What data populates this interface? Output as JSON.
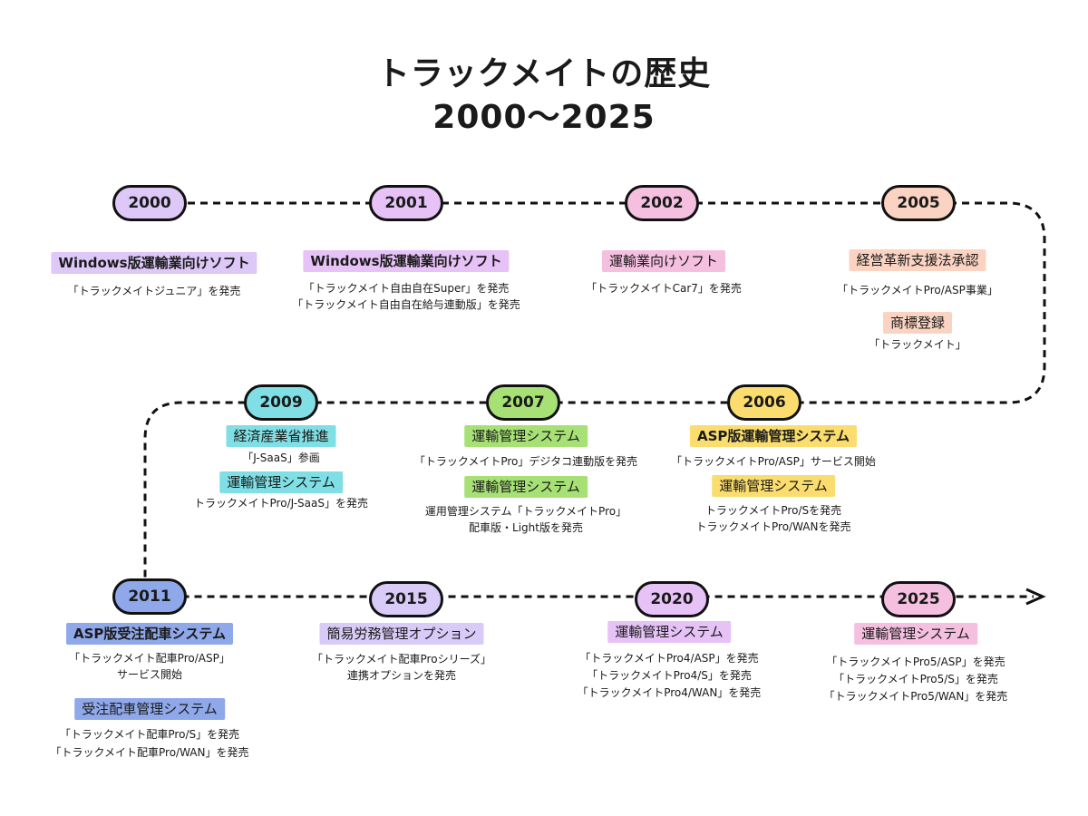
{
  "title_line1": "トラックメイトの歴史",
  "title_line2": "2000〜2025",
  "colors": {
    "purple": "#ddc8f7",
    "lilac": "#e6c2f7",
    "pink": "#f5bfe0",
    "peach": "#fbd3c2",
    "cyan": "#7fdfe4",
    "green": "#a7e176",
    "yellow": "#fadd6e",
    "blue": "#8fa8ea",
    "lavender": "#d8cbf7"
  },
  "nodes": {
    "y2000": {
      "year": "2000",
      "tag1": "Windows版運輸業向けソフト",
      "note1": "「トラックメイトジュニア」を発売"
    },
    "y2001": {
      "year": "2001",
      "tag1": "Windows版運輸業向けソフト",
      "note1": "「トラックメイト自由自在Super」を発売",
      "note2": "「トラックメイト自由自在給与連動版」を発売"
    },
    "y2002": {
      "year": "2002",
      "tag1": "運輸業向けソフト",
      "note1": "「トラックメイトCar7」を発売"
    },
    "y2005": {
      "year": "2005",
      "tag1": "経営革新支援法承認",
      "note1": "「トラックメイトPro/ASP事業」",
      "tag2": "商標登録",
      "note2": "「トラックメイト」"
    },
    "y2006": {
      "year": "2006",
      "tag1": "ASP版運輸管理システム",
      "note1": "「トラックメイトPro/ASP」サービス開始",
      "tag2": "運輸管理システム",
      "note2": "トラックメイトPro/Sを発売",
      "note3": "トラックメイトPro/WANを発売"
    },
    "y2007": {
      "year": "2007",
      "tag1": "運輸管理システム",
      "note1": "「トラックメイトPro」デジタコ連動版を発売",
      "tag2": "運輸管理システム",
      "note2": "運用管理システム「トラックメイトPro」",
      "note3": "配車版・Light版を発売"
    },
    "y2009": {
      "year": "2009",
      "tag1": "経済産業省推進",
      "note1": "「J-SaaS」参画",
      "tag2": "運輸管理システム",
      "note2": "トラックメイトPro/J-SaaS」を発売"
    },
    "y2011": {
      "year": "2011",
      "tag1": "ASP版受注配車システム",
      "note1": "「トラックメイト配車Pro/ASP」",
      "note2": "サービス開始",
      "tag2": "受注配車管理システム",
      "note3": "「トラックメイト配車Pro/S」を発売",
      "note4": "「トラックメイト配車Pro/WAN」を発売"
    },
    "y2015": {
      "year": "2015",
      "tag1": "簡易労務管理オプション",
      "note1": "「トラックメイト配車Proシリーズ」",
      "note2": "連携オプションを発売"
    },
    "y2020": {
      "year": "2020",
      "tag1": "運輸管理システム",
      "note1": "「トラックメイトPro4/ASP」を発売",
      "note2": "「トラックメイトPro4/S」を発売",
      "note3": "「トラックメイトPro4/WAN」を発売"
    },
    "y2025": {
      "year": "2025",
      "tag1": "運輸管理システム",
      "note1": "「トラックメイトPro5/ASP」を発売",
      "note2": "「トラックメイトPro5/S」を発売",
      "note3": "「トラックメイトPro5/WAN」を発売"
    }
  }
}
